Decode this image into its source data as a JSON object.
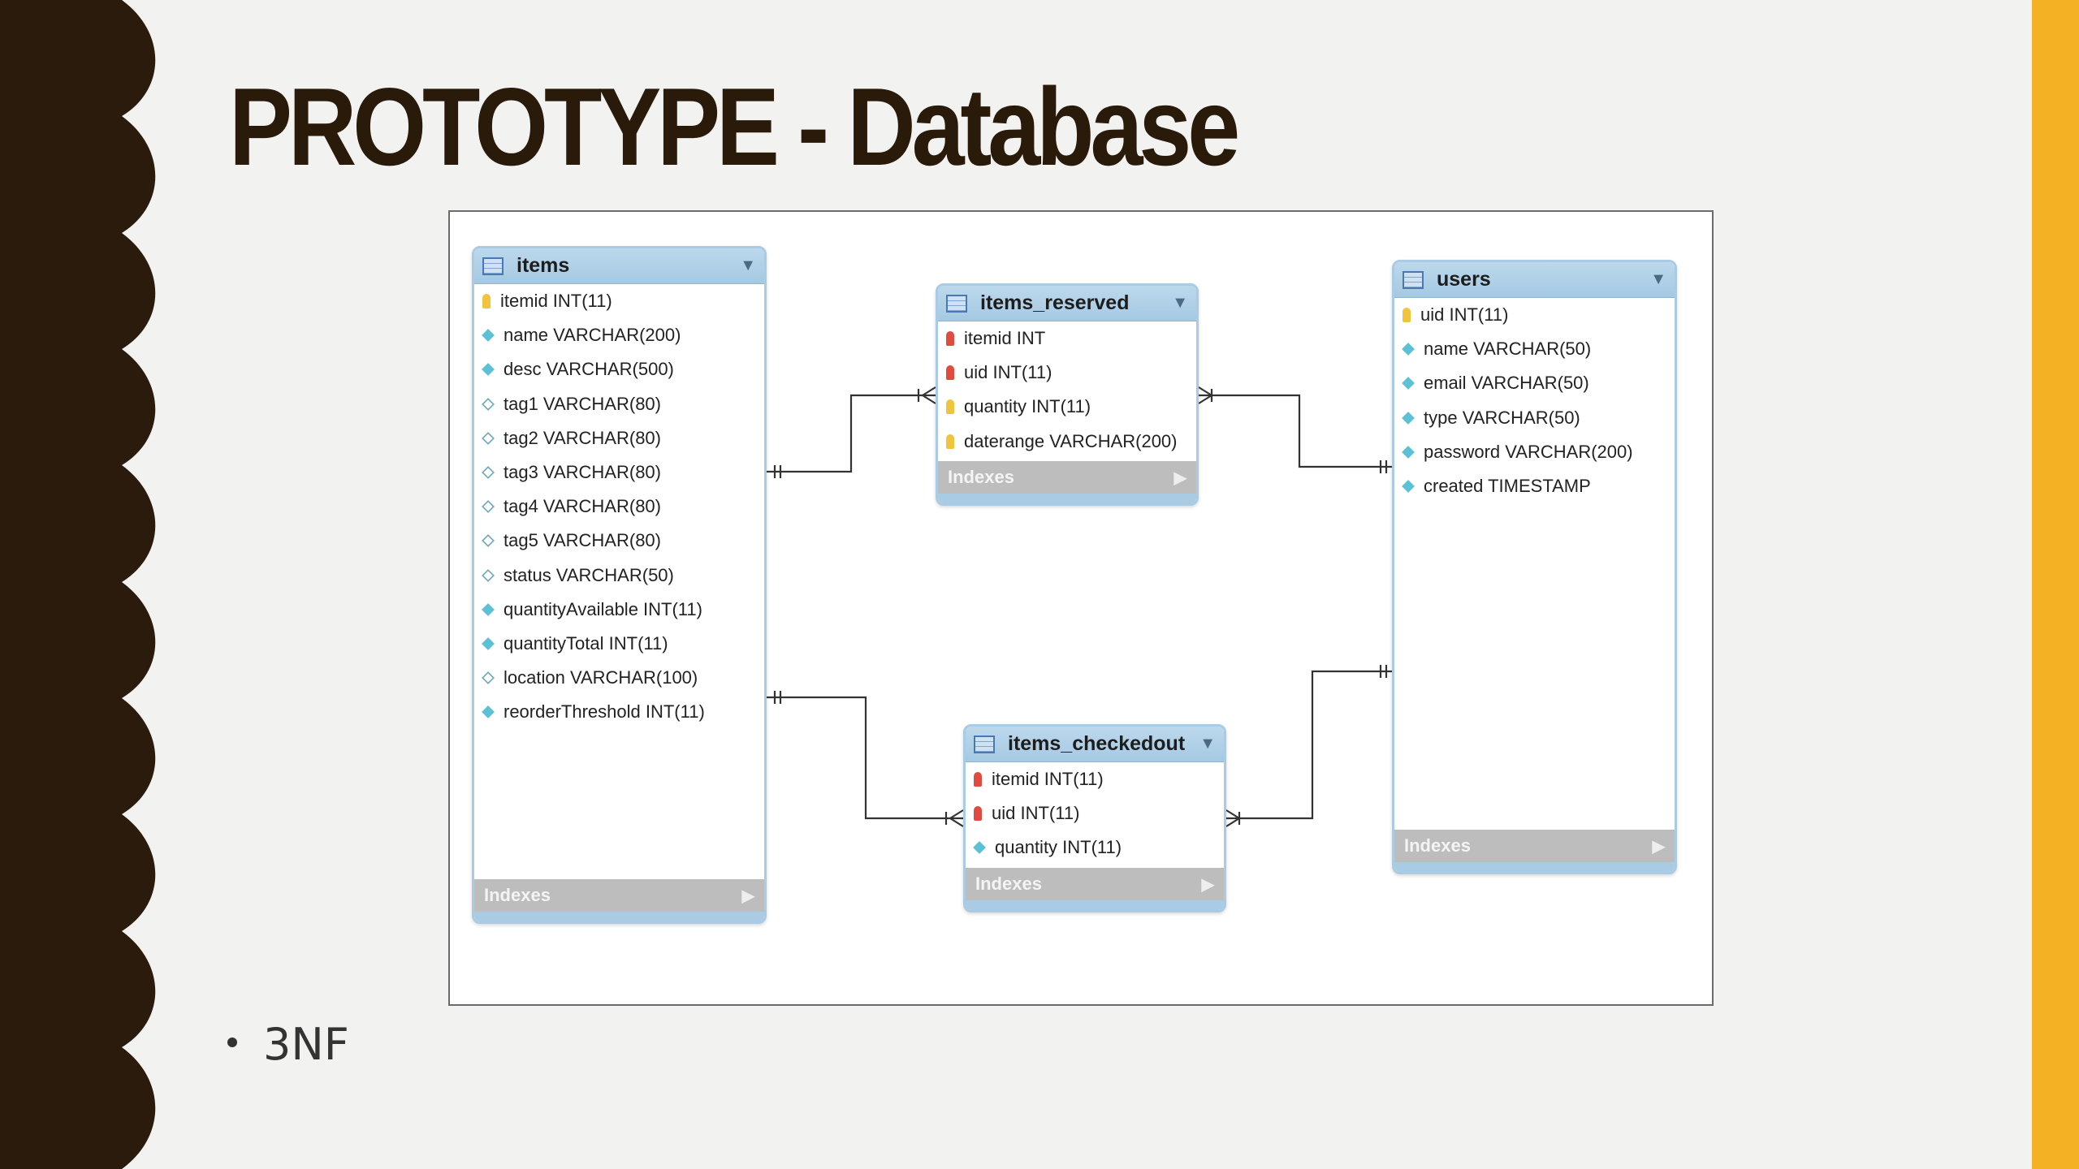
{
  "slide": {
    "title": "PROTOTYPE - Database",
    "bullets": [
      "3NF"
    ],
    "colors": {
      "left_band": "#2b1b0c",
      "right_band": "#f4b124",
      "background": "#f2f2f0",
      "table_header": "#a9cbe3"
    }
  },
  "diagram": {
    "indexes_label": "Indexes",
    "tables": [
      {
        "name": "items",
        "columns": [
          {
            "text": "itemid INT(11)",
            "icon": "primary-key-icon"
          },
          {
            "text": "name VARCHAR(200)",
            "icon": "filled-diamond-icon"
          },
          {
            "text": "desc VARCHAR(500)",
            "icon": "filled-diamond-icon"
          },
          {
            "text": "tag1 VARCHAR(80)",
            "icon": "hollow-diamond-icon"
          },
          {
            "text": "tag2 VARCHAR(80)",
            "icon": "hollow-diamond-icon"
          },
          {
            "text": "tag3 VARCHAR(80)",
            "icon": "hollow-diamond-icon"
          },
          {
            "text": "tag4 VARCHAR(80)",
            "icon": "hollow-diamond-icon"
          },
          {
            "text": "tag5 VARCHAR(80)",
            "icon": "hollow-diamond-icon"
          },
          {
            "text": "status VARCHAR(50)",
            "icon": "hollow-diamond-icon"
          },
          {
            "text": "quantityAvailable INT(11)",
            "icon": "filled-diamond-icon"
          },
          {
            "text": "quantityTotal INT(11)",
            "icon": "filled-diamond-icon"
          },
          {
            "text": "location VARCHAR(100)",
            "icon": "hollow-diamond-icon"
          },
          {
            "text": "reorderThreshold INT(11)",
            "icon": "filled-diamond-icon"
          }
        ]
      },
      {
        "name": "items_reserved",
        "columns": [
          {
            "text": "itemid INT",
            "icon": "foreign-key-icon"
          },
          {
            "text": "uid INT(11)",
            "icon": "foreign-key-icon"
          },
          {
            "text": "quantity INT(11)",
            "icon": "primary-key-icon"
          },
          {
            "text": "daterange VARCHAR(200)",
            "icon": "primary-key-icon"
          }
        ]
      },
      {
        "name": "users",
        "columns": [
          {
            "text": "uid INT(11)",
            "icon": "primary-key-icon"
          },
          {
            "text": "name VARCHAR(50)",
            "icon": "filled-diamond-icon"
          },
          {
            "text": "email VARCHAR(50)",
            "icon": "filled-diamond-icon"
          },
          {
            "text": "type VARCHAR(50)",
            "icon": "filled-diamond-icon"
          },
          {
            "text": "password VARCHAR(200)",
            "icon": "filled-diamond-icon"
          },
          {
            "text": "created TIMESTAMP",
            "icon": "filled-diamond-icon"
          }
        ]
      },
      {
        "name": "items_checkedout",
        "columns": [
          {
            "text": "itemid INT(11)",
            "icon": "foreign-key-icon"
          },
          {
            "text": "uid INT(11)",
            "icon": "foreign-key-icon"
          },
          {
            "text": "quantity INT(11)",
            "icon": "filled-diamond-icon"
          }
        ]
      }
    ],
    "relationships": [
      {
        "from": "items",
        "to": "items_reserved",
        "cardinality": "one-to-many"
      },
      {
        "from": "users",
        "to": "items_reserved",
        "cardinality": "one-to-many"
      },
      {
        "from": "items",
        "to": "items_checkedout",
        "cardinality": "one-to-many"
      },
      {
        "from": "users",
        "to": "items_checkedout",
        "cardinality": "one-to-many"
      }
    ]
  }
}
